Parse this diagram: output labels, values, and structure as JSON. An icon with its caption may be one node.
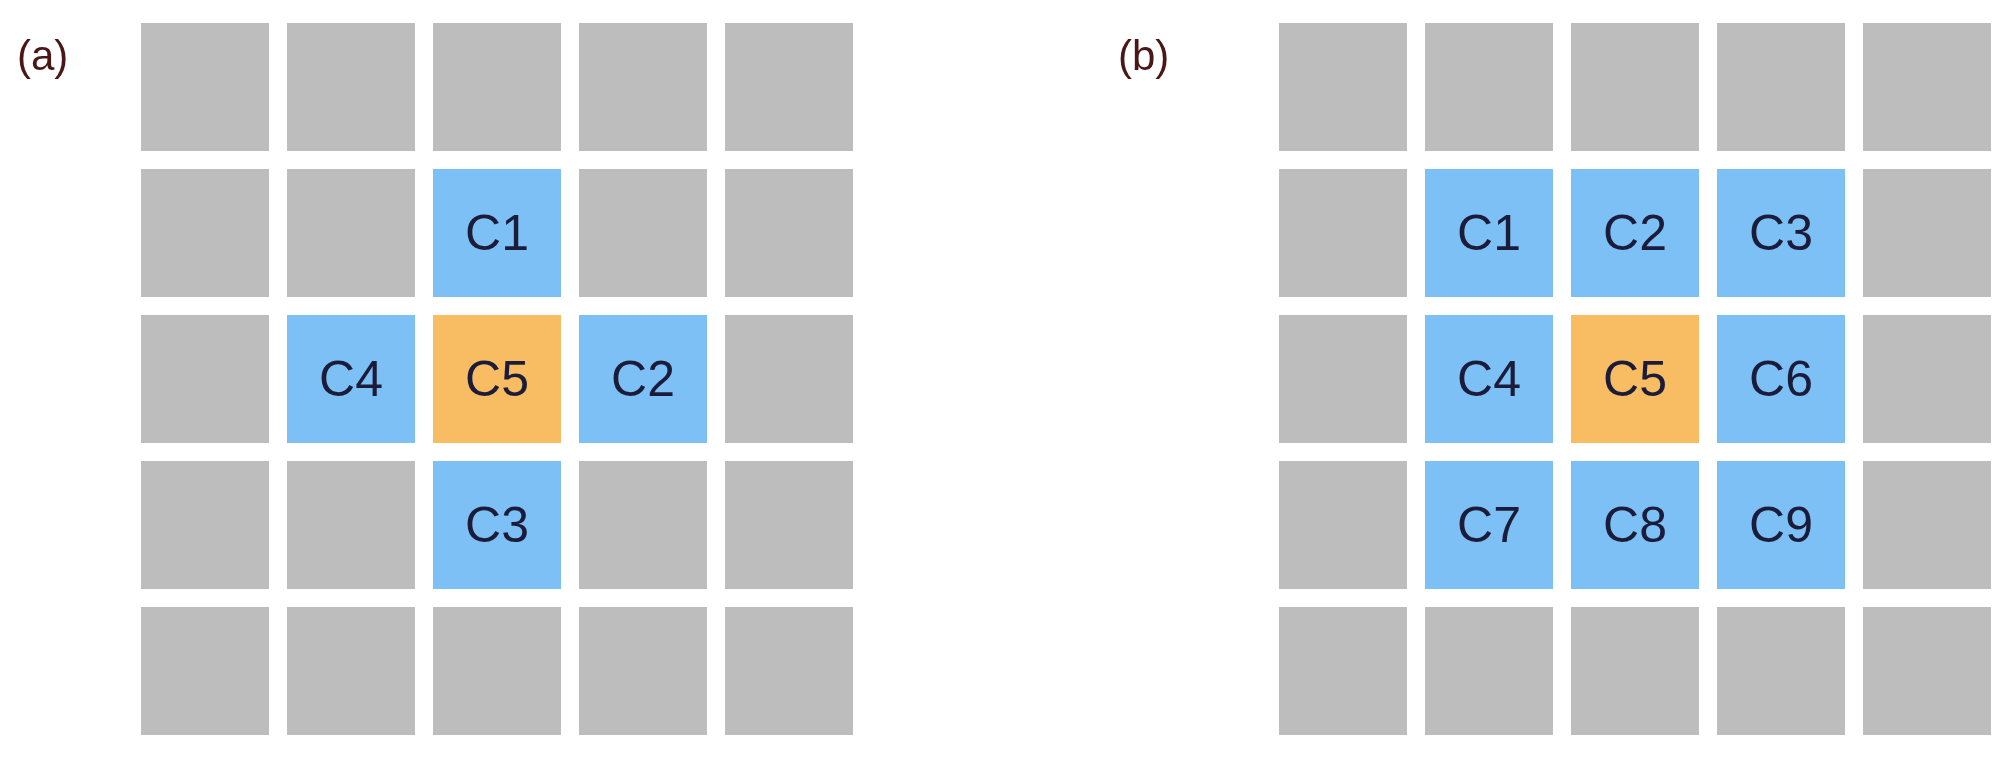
{
  "diagram": {
    "nodes": [
      {
        "text": [],
        "shape": "box"
      },
      {
        "text": [],
        "shape": "box"
      },
      {
        "text": [],
        "shape": "box"
      },
      {
        "text": [],
        "shape": "box"
      },
      {
        "text": [],
        "shape": "box"
      },
      {
        "text": [],
        "shape": "box"
      },
      {
        "text": [],
        "shape": "box"
      },
      {
        "text": [
          "C1"
        ]
      },
      {
        "text": [],
        "shape": "box"
      },
      {
        "text": [],
        "shape": "box"
      },
      {
        "text": [],
        "shape": "box"
      },
      {
        "text": [
          "C4"
        ]
      },
      {
        "text": [
          "C5"
        ]
      },
      {
        "text": [
          "C2"
        ]
      },
      {
        "text": [],
        "shape": "box"
      },
      {
        "text": [],
        "shape": "box"
      },
      {
        "text": [],
        "shape": "box"
      },
      {
        "text": [
          "C3"
        ]
      },
      {
        "text": [],
        "shape": "box"
      },
      {
        "text": [],
        "shape": "box"
      },
      {
        "text": [],
        "shape": "box"
      },
      {
        "text": [],
        "shape": "box"
      },
      {
        "text": [],
        "shape": "box"
      },
      {
        "text": [],
        "shape": "box"
      },
      {
        "text": [],
        "shape": "box"
      },
      {
        "text": [],
        "shape": "box"
      },
      {
        "text": [],
        "shape": "box"
      },
      {
        "text": [],
        "shape": "box"
      },
      {
        "text": [],
        "shape": "box"
      },
      {
        "text": [],
        "shape": "box"
      },
      {
        "text": [],
        "shape": "box"
      },
      {
        "text": [
          "C1"
        ]
      },
      {
        "text": [
          "C2"
        ]
      },
      {
        "text": [
          "C3"
        ]
      },
      {
        "text": [],
        "shape": "box"
      },
      {
        "text": [],
        "shape": "box"
      },
      {
        "text": [
          "C4"
        ]
      },
      {
        "text": [
          "C5"
        ]
      },
      {
        "text": [
          "C6"
        ]
      },
      {
        "text": [],
        "shape": "box"
      },
      {
        "text": [],
        "shape": "box"
      },
      {
        "text": [
          "C7"
        ]
      },
      {
        "text": [
          "C8"
        ]
      },
      {
        "text": [
          "C9"
        ]
      },
      {
        "text": [],
        "shape": "box"
      },
      {
        "text": [],
        "shape": "box"
      },
      {
        "text": [],
        "shape": "box"
      },
      {
        "text": [],
        "shape": "box"
      },
      {
        "text": [],
        "shape": "box"
      },
      {
        "text": [],
        "shape": "box"
      }
    ],
    "edges": [],
    "labels": [
      "(a)",
      "(b)"
    ]
  }
}
